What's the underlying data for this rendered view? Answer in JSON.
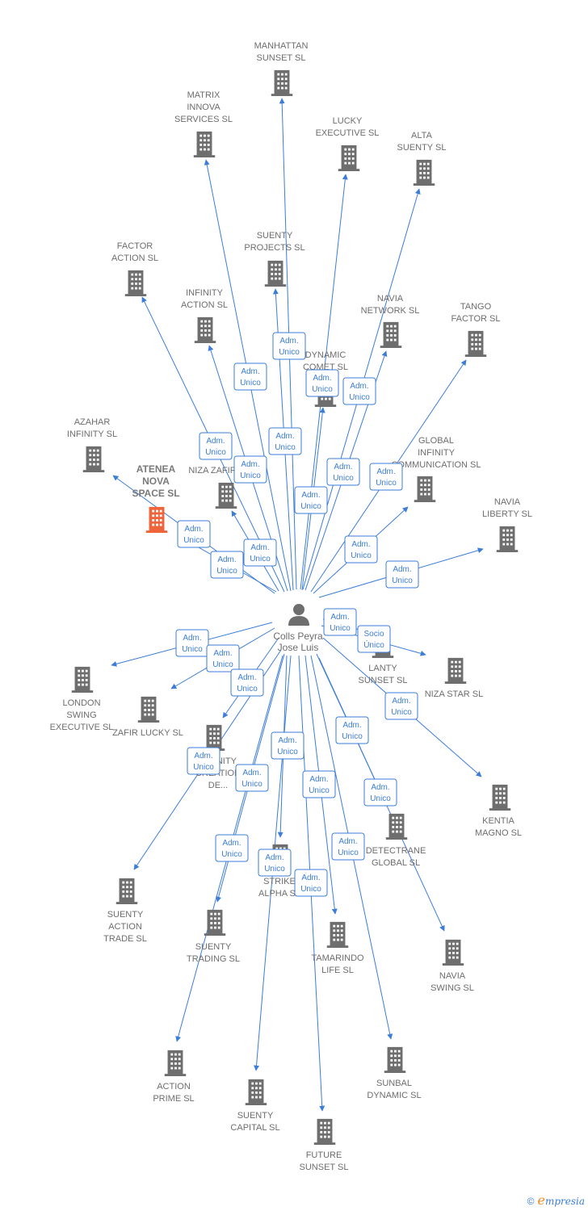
{
  "center": {
    "name_line1": "Colls Peyra",
    "name_line2": "Jose Luis",
    "icon": "person-icon"
  },
  "colors": {
    "edge": "#3b7dd8",
    "building": "#6e6e6e",
    "highlight": "#f0643c"
  },
  "nodes": [
    {
      "id": "manhattan-sunset",
      "lines": [
        "MANHATTAN",
        "SUNSET SL"
      ]
    },
    {
      "id": "matrix-innova",
      "lines": [
        "MATRIX",
        "INNOVA",
        "SERVICES SL"
      ]
    },
    {
      "id": "lucky-executive",
      "lines": [
        "LUCKY",
        "EXECUTIVE SL"
      ]
    },
    {
      "id": "alta-suenty",
      "lines": [
        "ALTA",
        "SUENTY SL"
      ]
    },
    {
      "id": "factor-action",
      "lines": [
        "FACTOR",
        "ACTION SL"
      ]
    },
    {
      "id": "suenty-projects",
      "lines": [
        "SUENTY",
        "PROJECTS SL"
      ]
    },
    {
      "id": "infinity-action",
      "lines": [
        "INFINITY",
        "ACTION SL"
      ]
    },
    {
      "id": "navia-network",
      "lines": [
        "NAVIA",
        "NETWORK SL"
      ]
    },
    {
      "id": "tango-factor",
      "lines": [
        "TANGO",
        "FACTOR SL"
      ]
    },
    {
      "id": "dynamic-comet",
      "lines": [
        "DYNAMIC",
        "COMET SL"
      ]
    },
    {
      "id": "azahar-infinity",
      "lines": [
        "AZAHAR",
        "INFINITY SL"
      ]
    },
    {
      "id": "global-infinity",
      "lines": [
        "GLOBAL",
        "INFINITY",
        "COMMUNICATION SL"
      ]
    },
    {
      "id": "atenea-nova",
      "lines": [
        "ATENEA",
        "NOVA",
        "SPACE  SL"
      ],
      "highlight": true
    },
    {
      "id": "niza-zafir",
      "lines": [
        "NIZA ZAFIR"
      ]
    },
    {
      "id": "navia-liberty",
      "lines": [
        "NAVIA",
        "LIBERTY SL"
      ]
    },
    {
      "id": "lanty-sunset",
      "lines": [
        "LANTY",
        "SUNSET SL"
      ]
    },
    {
      "id": "niza-star",
      "lines": [
        "NIZA STAR SL"
      ]
    },
    {
      "id": "london-swing",
      "lines": [
        "LONDON",
        "SWING",
        "EXECUTIVE SL"
      ]
    },
    {
      "id": "zafir-lucky",
      "lines": [
        "ZAFIR LUCKY SL"
      ]
    },
    {
      "id": "infinity-creation",
      "lines": [
        "INFINITY",
        "CREATION",
        "DE..."
      ]
    },
    {
      "id": "kentia-magno",
      "lines": [
        "KENTIA",
        "MAGNO SL"
      ]
    },
    {
      "id": "detectrane-global",
      "lines": [
        "DETECTRANE",
        "GLOBAL  SL"
      ]
    },
    {
      "id": "strike-alpha",
      "lines": [
        "STRIKE",
        "ALPHA SL"
      ]
    },
    {
      "id": "suenty-action-trade",
      "lines": [
        "SUENTY",
        "ACTION",
        "TRADE SL"
      ]
    },
    {
      "id": "suenty-trading",
      "lines": [
        "SUENTY",
        "TRADING SL"
      ]
    },
    {
      "id": "tamarindo-life",
      "lines": [
        "TAMARINDO",
        "LIFE SL"
      ]
    },
    {
      "id": "navia-swing",
      "lines": [
        "NAVIA",
        "SWING SL"
      ]
    },
    {
      "id": "action-prime",
      "lines": [
        "ACTION",
        "PRIME SL"
      ]
    },
    {
      "id": "sunbal-dynamic",
      "lines": [
        "SUNBAL",
        "DYNAMIC SL"
      ]
    },
    {
      "id": "suenty-capital",
      "lines": [
        "SUENTY",
        "CAPITAL SL"
      ]
    },
    {
      "id": "future-sunset",
      "lines": [
        "FUTURE",
        "SUNSET SL"
      ]
    }
  ],
  "roles": {
    "adm": [
      "Adm.",
      "Unico"
    ],
    "socio": [
      "Socio",
      "Único"
    ]
  },
  "footer": {
    "copyright": "©",
    "brand_e": "e",
    "brand_rest": "mpresia"
  }
}
